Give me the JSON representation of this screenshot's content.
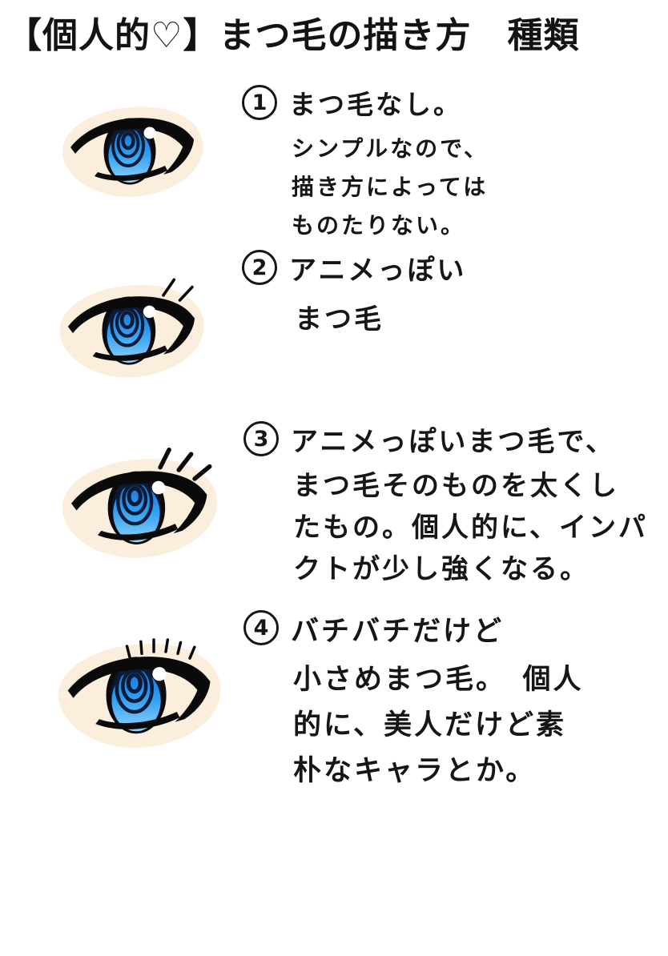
{
  "page": {
    "background": "#ffffff",
    "title": "【個人的♡】まつ毛の描き方　種類"
  },
  "sections": [
    {
      "number": "1",
      "lines": [
        "まつ毛なし。",
        "シンプルなので、",
        "描き方によっては",
        "ものたりない。"
      ],
      "eye": "eye-no-lashes"
    },
    {
      "number": "2",
      "lines": [
        "アニメっぽい",
        "まつ毛"
      ],
      "eye": "eye-anime-lashes"
    },
    {
      "number": "3",
      "lines": [
        "アニメっぽいまつ毛で、",
        "まつ毛そのものを太くし",
        "たもの。個人的に、インパ",
        "クトが少し強くなる。"
      ],
      "eye": "eye-thick-anime-lashes"
    },
    {
      "number": "4",
      "lines": [
        "バチバチだけど",
        "小さめまつ毛。　個人",
        "的に、美人だけど素",
        "朴なキャラとか。"
      ],
      "eye": "eye-small-flutter-lashes"
    }
  ],
  "illustrations": [
    {
      "name": "eye-no-lashes",
      "lash_style": "none"
    },
    {
      "name": "eye-anime-lashes",
      "lash_style": "two long lashes at outer corner"
    },
    {
      "name": "eye-thick-anime-lashes",
      "lash_style": "three thick lashes at outer corner"
    },
    {
      "name": "eye-small-flutter-lashes",
      "lash_style": "row of short small lashes along upper lid"
    }
  ],
  "colors": {
    "ink": "#131313",
    "iris_blue": "#2d9df2",
    "iris_blue_light": "#8fd2fb",
    "iris_ring_navy": "#0c1c36",
    "iris_dark_top": "#0c1626",
    "skin": "#fbeedc",
    "highlight": "#ffffff"
  }
}
